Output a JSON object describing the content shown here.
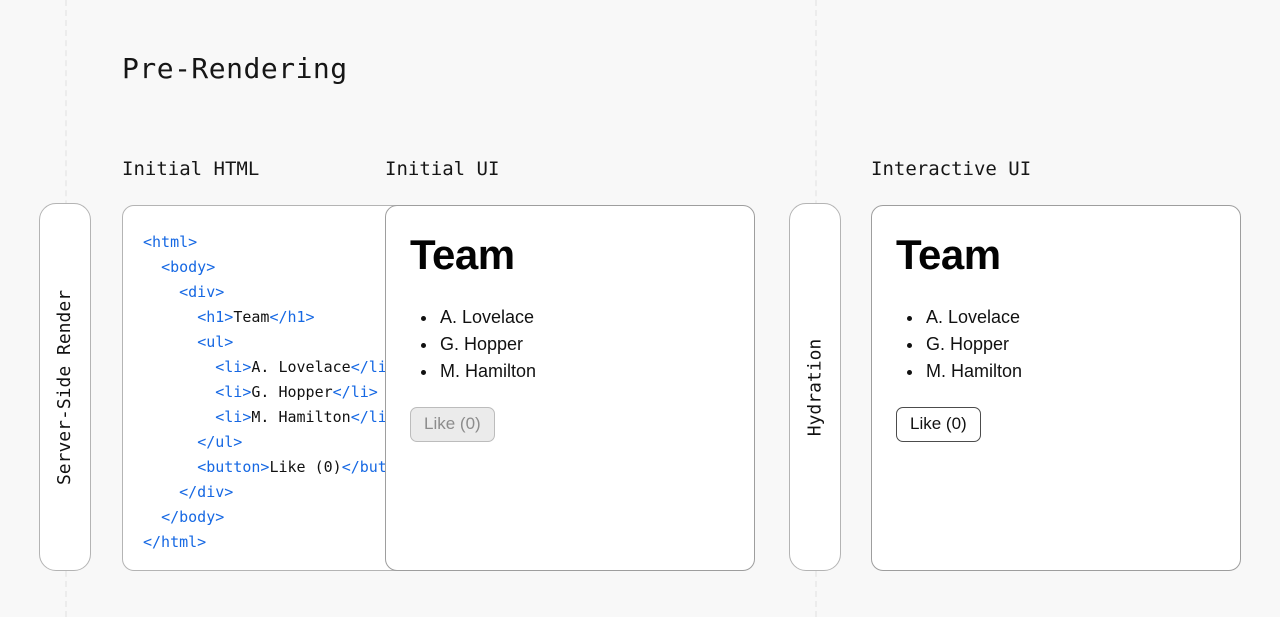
{
  "page": {
    "title": "Pre-Rendering",
    "background_color": "#f8f8f8"
  },
  "colors": {
    "tag_blue": "#1668e3",
    "text": "#111111",
    "card_border": "#9e9e9e",
    "pill_border": "#b4b4b4",
    "guide_line": "#ececec",
    "disabled_button_bg": "#ebebeb",
    "disabled_button_text": "#8c8c8c"
  },
  "guides": {
    "left_label": "server-boundary-guide",
    "right_label": "hydration-boundary-guide"
  },
  "phases": {
    "server_side_render": "Server-Side Render",
    "hydration": "Hydration"
  },
  "columns": {
    "initial_html": "Initial HTML",
    "initial_ui": "Initial UI",
    "interactive_ui": "Interactive UI"
  },
  "code": {
    "language": "html",
    "lines": [
      {
        "indent": 0,
        "parts": [
          {
            "t": "tag",
            "v": "<html>"
          }
        ]
      },
      {
        "indent": 1,
        "parts": [
          {
            "t": "tag",
            "v": "<body>"
          }
        ]
      },
      {
        "indent": 2,
        "parts": [
          {
            "t": "tag",
            "v": "<div>"
          }
        ]
      },
      {
        "indent": 3,
        "parts": [
          {
            "t": "tag",
            "v": "<h1>"
          },
          {
            "t": "text",
            "v": "Team"
          },
          {
            "t": "tag",
            "v": "</h1>"
          }
        ]
      },
      {
        "indent": 3,
        "parts": [
          {
            "t": "tag",
            "v": "<ul>"
          }
        ]
      },
      {
        "indent": 4,
        "parts": [
          {
            "t": "tag",
            "v": "<li>"
          },
          {
            "t": "text",
            "v": "A. Lovelace"
          },
          {
            "t": "tag",
            "v": "</li>"
          }
        ]
      },
      {
        "indent": 4,
        "parts": [
          {
            "t": "tag",
            "v": "<li>"
          },
          {
            "t": "text",
            "v": "G. Hopper"
          },
          {
            "t": "tag",
            "v": "</li>"
          }
        ]
      },
      {
        "indent": 4,
        "parts": [
          {
            "t": "tag",
            "v": "<li>"
          },
          {
            "t": "text",
            "v": "M. Hamilton"
          },
          {
            "t": "tag",
            "v": "</li>"
          }
        ]
      },
      {
        "indent": 3,
        "parts": [
          {
            "t": "tag",
            "v": "</ul>"
          }
        ]
      },
      {
        "indent": 3,
        "parts": [
          {
            "t": "tag",
            "v": "<button>"
          },
          {
            "t": "text",
            "v": "Like (0)"
          },
          {
            "t": "tag",
            "v": "</button>"
          }
        ]
      },
      {
        "indent": 2,
        "parts": [
          {
            "t": "tag",
            "v": "</div>"
          }
        ]
      },
      {
        "indent": 1,
        "parts": [
          {
            "t": "tag",
            "v": "</body>"
          }
        ]
      },
      {
        "indent": 0,
        "parts": [
          {
            "t": "tag",
            "v": "</html>"
          }
        ]
      }
    ]
  },
  "cards": {
    "initial_ui": {
      "heading": "Team",
      "members": [
        "A. Lovelace",
        "G. Hopper",
        "M. Hamilton"
      ],
      "button_label": "Like (0)",
      "button_state": "disabled"
    },
    "interactive_ui": {
      "heading": "Team",
      "members": [
        "A. Lovelace",
        "G. Hopper",
        "M. Hamilton"
      ],
      "button_label": "Like (0)",
      "button_state": "active"
    }
  }
}
